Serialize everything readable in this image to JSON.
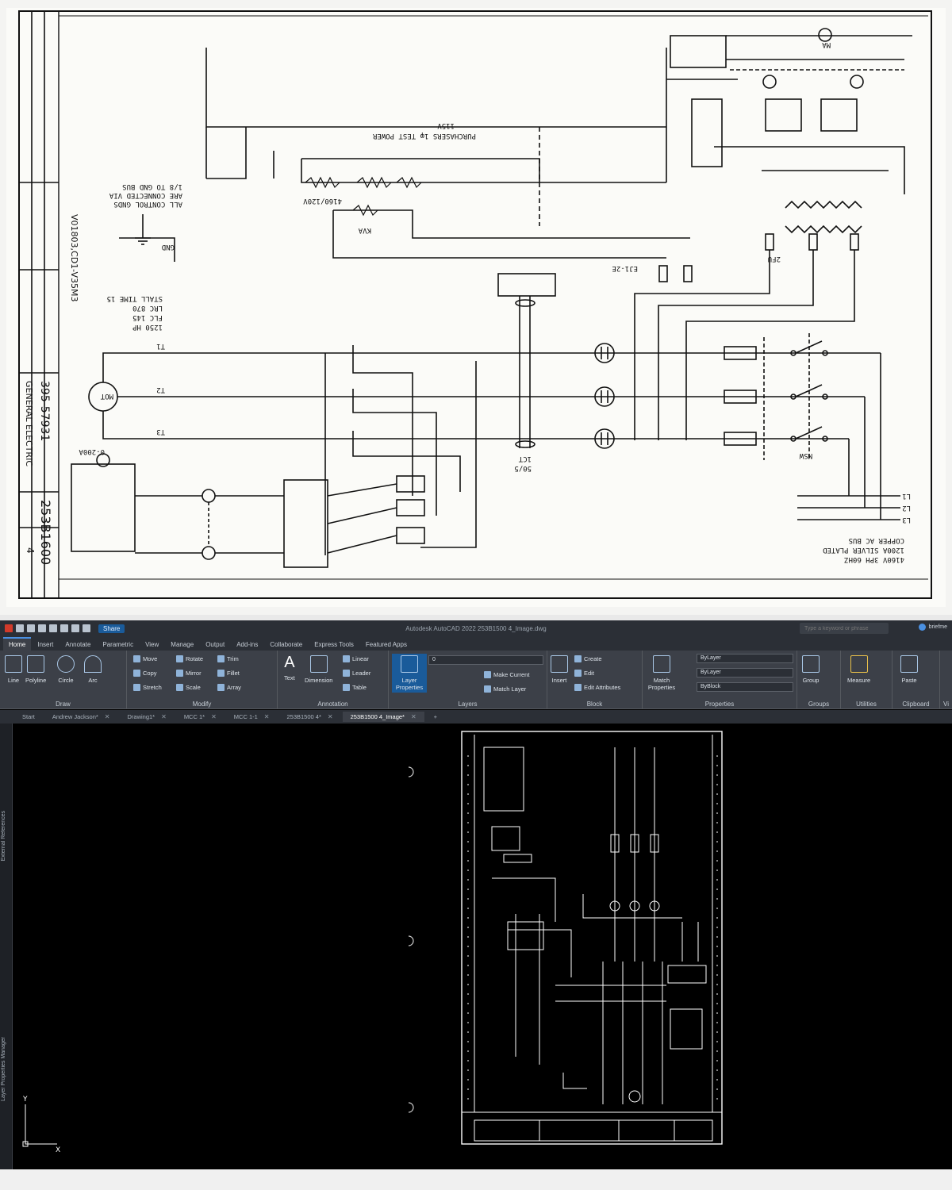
{
  "scan": {
    "drawing_no": "395-57931",
    "company": "GENERAL ELECTRIC",
    "sheet_code": "253B1600",
    "sheet_side": "4",
    "side_title": "V01803,CD1-V35M3",
    "bus_notes": [
      "4160V 3PH 60HZ",
      "1200A SILVER PLATED",
      "COPPER AC BUS"
    ],
    "gnd_note": [
      "ALL CONTROL GNDS",
      "ARE CONNECTED VIA",
      "1/8 TO GND BUS"
    ],
    "motor_data": [
      "1250 HP",
      "FLC 145",
      "LRC 870",
      "STALL TIME 15"
    ],
    "labels": {
      "test_power": "PURCHASERS 1φ TEST POWER",
      "v115": "115V",
      "ctpt": "4160/120V",
      "kva": "KVA",
      "mot": "MOT",
      "gnd": "GND",
      "msw": "MSW",
      "ma": "MA",
      "cap_note": "EJ1-2E",
      "t1": "T1",
      "t2": "T2",
      "t3": "T3",
      "l1": "L1",
      "l2": "L2",
      "l3": "L3",
      "ammeter": "0-200A",
      "fuses": "2FU",
      "ctrl": "1CT",
      "spec": "50/5"
    }
  },
  "app": {
    "title": "Autodesk AutoCAD 2022   253B1500 4_Image.dwg",
    "share_label": "Share",
    "search_placeholder": "Type a keyword or phrase",
    "user": "briefme"
  },
  "ribbon_tabs": [
    "Home",
    "Insert",
    "Annotate",
    "Parametric",
    "View",
    "Manage",
    "Output",
    "Add-ins",
    "Collaborate",
    "Express Tools",
    "Featured Apps"
  ],
  "ribbon": {
    "draw": {
      "title": "Draw",
      "line": "Line",
      "polyline": "Polyline",
      "circle": "Circle",
      "arc": "Arc"
    },
    "modify": {
      "title": "Modify",
      "move": "Move",
      "rotate": "Rotate",
      "trim": "Trim",
      "copy": "Copy",
      "mirror": "Mirror",
      "fillet": "Fillet",
      "stretch": "Stretch",
      "scale": "Scale",
      "array": "Array"
    },
    "annotation": {
      "title": "Annotation",
      "text": "Text",
      "dimension": "Dimension",
      "linear": "Linear",
      "leader": "Leader",
      "table": "Table"
    },
    "layers": {
      "title": "Layers",
      "layer_properties": "Layer Properties",
      "make_current": "Make Current",
      "match_layer": "Match Layer",
      "current_layer": "0"
    },
    "block": {
      "title": "Block",
      "insert": "Insert",
      "create": "Create",
      "edit": "Edit",
      "edit_attributes": "Edit Attributes"
    },
    "properties": {
      "title": "Properties",
      "match": "Match Properties",
      "color": "ByLayer",
      "linetype": "ByLayer",
      "lineweight": "ByBlock"
    },
    "groups": {
      "title": "Groups",
      "group": "Group"
    },
    "utilities": {
      "title": "Utilities",
      "measure": "Measure"
    },
    "clipboard": {
      "title": "Clipboard",
      "paste": "Paste"
    },
    "view": {
      "title": "Vi"
    }
  },
  "doc_tabs": [
    {
      "label": "Start",
      "closable": false
    },
    {
      "label": "Andrew Jackson*",
      "closable": true
    },
    {
      "label": "Drawing1*",
      "closable": true
    },
    {
      "label": "MCC 1*",
      "closable": true
    },
    {
      "label": "MCC 1-1",
      "closable": true
    },
    {
      "label": "253B1500 4*",
      "closable": true
    },
    {
      "label": "253B1500 4_Image*",
      "closable": true,
      "active": true
    }
  ],
  "side_palettes": [
    "External References",
    "Layer Properties Manager"
  ],
  "ucs": {
    "x": "X",
    "y": "Y"
  },
  "colors": {
    "accent": "#4a90e2",
    "ribbon": "#3c4048",
    "titlebar": "#2b2f36"
  }
}
